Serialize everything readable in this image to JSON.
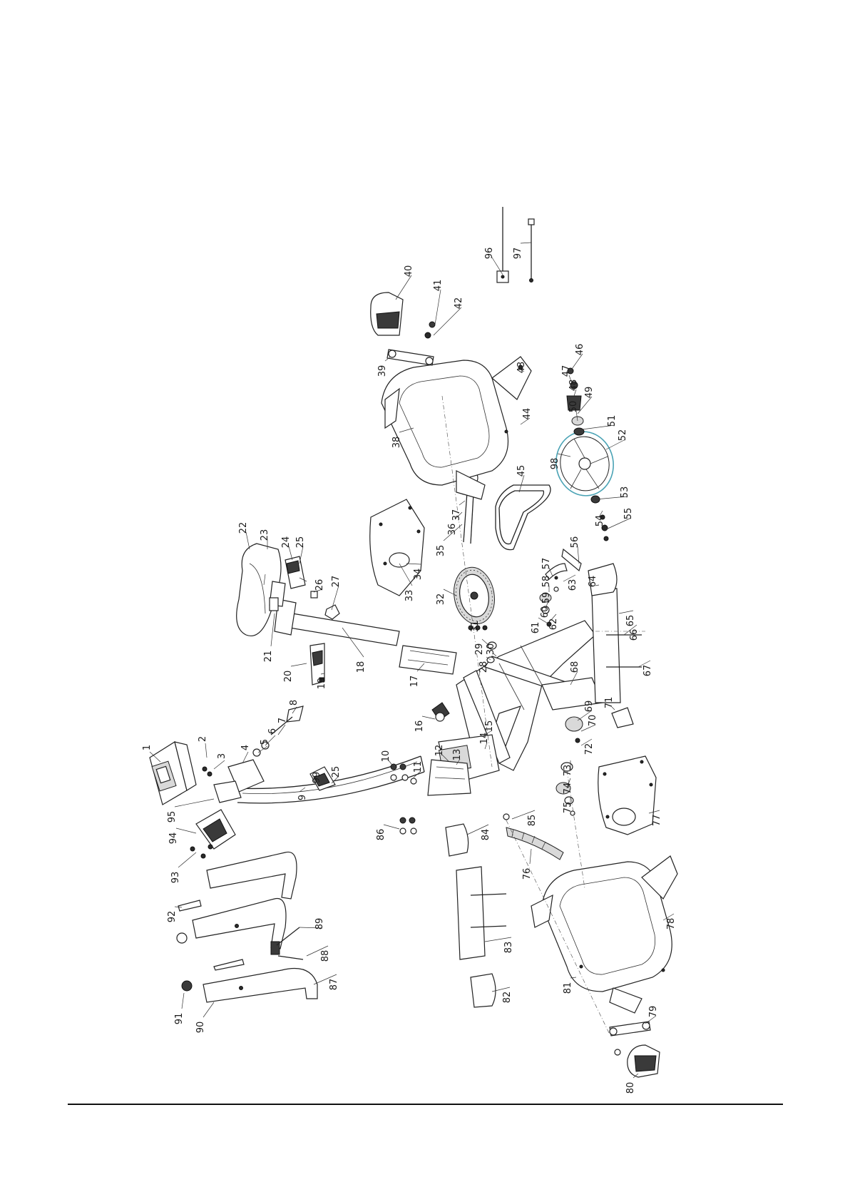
{
  "labels": [
    "1",
    "2",
    "3",
    "4",
    "5",
    "6",
    "7",
    "8",
    "9",
    "10",
    "11",
    "12",
    "13",
    "14",
    "15",
    "16",
    "17",
    "18",
    "19",
    "20",
    "21",
    "22",
    "23",
    "24",
    "25",
    "26",
    "27",
    "28",
    "29",
    "30",
    "31",
    "32",
    "33",
    "34",
    "35",
    "36",
    "37",
    "38",
    "39",
    "40",
    "41",
    "42",
    "43",
    "44",
    "45",
    "46",
    "47",
    "48",
    "49",
    "50",
    "51",
    "52",
    "53",
    "54",
    "55",
    "56",
    "57",
    "58",
    "59",
    "60",
    "61",
    "62",
    "63",
    "64",
    "65",
    "66",
    "67",
    "68",
    "69",
    "70",
    "71",
    "72",
    "73",
    "74",
    "75",
    "76",
    "77",
    "78",
    "79",
    "80",
    "81",
    "82",
    "83",
    "84",
    "85",
    "86",
    "87",
    "88",
    "89",
    "90",
    "91",
    "92",
    "93",
    "94",
    "95",
    "96",
    "97",
    "98",
    "99",
    "25"
  ],
  "colors": {
    "ink": "#222222",
    "accent": "#4aa3b5"
  }
}
